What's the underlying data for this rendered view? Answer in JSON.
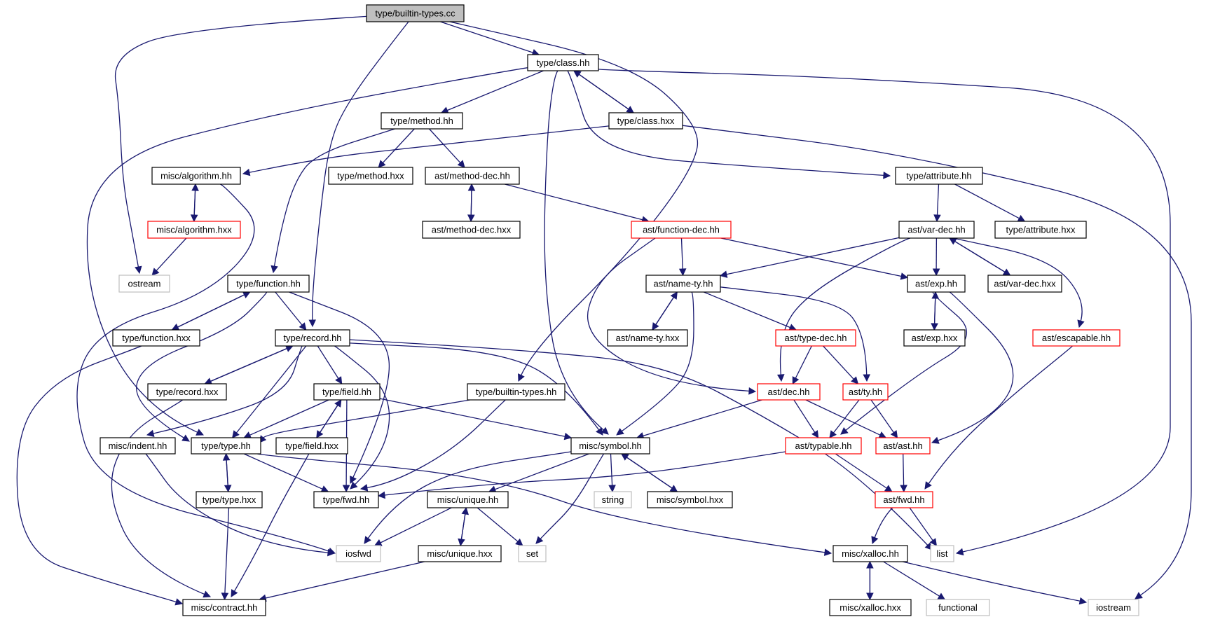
{
  "colors": {
    "edge": "#191970",
    "border_normal": "#000000",
    "border_truncated": "#ff0000",
    "border_system": "#bfbfbf",
    "root_fill": "#bfbfbf",
    "node_fill": "#ffffff",
    "text": "#000000"
  },
  "nodes": [
    {
      "id": "builtin_types_cc",
      "label": "type/builtin-types.cc",
      "kind": "root"
    },
    {
      "id": "class_hh",
      "label": "type/class.hh",
      "kind": "normal"
    },
    {
      "id": "method_hh",
      "label": "type/method.hh",
      "kind": "normal"
    },
    {
      "id": "class_hxx",
      "label": "type/class.hxx",
      "kind": "normal"
    },
    {
      "id": "algorithm_hh",
      "label": "misc/algorithm.hh",
      "kind": "normal"
    },
    {
      "id": "method_hxx",
      "label": "type/method.hxx",
      "kind": "normal"
    },
    {
      "id": "method_dec_hh",
      "label": "ast/method-dec.hh",
      "kind": "normal"
    },
    {
      "id": "attribute_hh",
      "label": "type/attribute.hh",
      "kind": "normal"
    },
    {
      "id": "algorithm_hxx",
      "label": "misc/algorithm.hxx",
      "kind": "truncated"
    },
    {
      "id": "method_dec_hxx",
      "label": "ast/method-dec.hxx",
      "kind": "normal"
    },
    {
      "id": "function_dec_hh",
      "label": "ast/function-dec.hh",
      "kind": "truncated"
    },
    {
      "id": "var_dec_hh",
      "label": "ast/var-dec.hh",
      "kind": "normal"
    },
    {
      "id": "attribute_hxx",
      "label": "type/attribute.hxx",
      "kind": "normal"
    },
    {
      "id": "ostream",
      "label": "ostream",
      "kind": "system"
    },
    {
      "id": "function_hh",
      "label": "type/function.hh",
      "kind": "normal"
    },
    {
      "id": "name_ty_hh",
      "label": "ast/name-ty.hh",
      "kind": "normal"
    },
    {
      "id": "exp_hh",
      "label": "ast/exp.hh",
      "kind": "normal"
    },
    {
      "id": "var_dec_hxx",
      "label": "ast/var-dec.hxx",
      "kind": "normal"
    },
    {
      "id": "function_hxx",
      "label": "type/function.hxx",
      "kind": "normal"
    },
    {
      "id": "record_hh",
      "label": "type/record.hh",
      "kind": "normal"
    },
    {
      "id": "name_ty_hxx",
      "label": "ast/name-ty.hxx",
      "kind": "normal"
    },
    {
      "id": "type_dec_hh",
      "label": "ast/type-dec.hh",
      "kind": "truncated"
    },
    {
      "id": "exp_hxx",
      "label": "ast/exp.hxx",
      "kind": "normal"
    },
    {
      "id": "escapable_hh",
      "label": "ast/escapable.hh",
      "kind": "truncated"
    },
    {
      "id": "record_hxx",
      "label": "type/record.hxx",
      "kind": "normal"
    },
    {
      "id": "field_hh",
      "label": "type/field.hh",
      "kind": "normal"
    },
    {
      "id": "builtin_types_hh",
      "label": "type/builtin-types.hh",
      "kind": "normal"
    },
    {
      "id": "dec_hh",
      "label": "ast/dec.hh",
      "kind": "truncated"
    },
    {
      "id": "ty_hh",
      "label": "ast/ty.hh",
      "kind": "truncated"
    },
    {
      "id": "indent_hh",
      "label": "misc/indent.hh",
      "kind": "normal"
    },
    {
      "id": "type_hh",
      "label": "type/type.hh",
      "kind": "normal"
    },
    {
      "id": "field_hxx",
      "label": "type/field.hxx",
      "kind": "normal"
    },
    {
      "id": "symbol_hh",
      "label": "misc/symbol.hh",
      "kind": "normal"
    },
    {
      "id": "typable_hh",
      "label": "ast/typable.hh",
      "kind": "truncated"
    },
    {
      "id": "ast_hh",
      "label": "ast/ast.hh",
      "kind": "truncated"
    },
    {
      "id": "type_hxx",
      "label": "type/type.hxx",
      "kind": "normal"
    },
    {
      "id": "fwd_hh",
      "label": "type/fwd.hh",
      "kind": "normal"
    },
    {
      "id": "unique_hh",
      "label": "misc/unique.hh",
      "kind": "normal"
    },
    {
      "id": "string",
      "label": "string",
      "kind": "system"
    },
    {
      "id": "symbol_hxx",
      "label": "misc/symbol.hxx",
      "kind": "normal"
    },
    {
      "id": "ast_fwd_hh",
      "label": "ast/fwd.hh",
      "kind": "truncated"
    },
    {
      "id": "iosfwd",
      "label": "iosfwd",
      "kind": "system"
    },
    {
      "id": "unique_hxx",
      "label": "misc/unique.hxx",
      "kind": "normal"
    },
    {
      "id": "set",
      "label": "set",
      "kind": "system"
    },
    {
      "id": "xalloc_hh",
      "label": "misc/xalloc.hh",
      "kind": "normal"
    },
    {
      "id": "list",
      "label": "list",
      "kind": "system"
    },
    {
      "id": "contract_hh",
      "label": "misc/contract.hh",
      "kind": "normal"
    },
    {
      "id": "xalloc_hxx",
      "label": "misc/xalloc.hxx",
      "kind": "normal"
    },
    {
      "id": "functional",
      "label": "functional",
      "kind": "system"
    },
    {
      "id": "iostream",
      "label": "iostream",
      "kind": "system"
    }
  ],
  "edges": [
    [
      "builtin_types_cc",
      "class_hh"
    ],
    [
      "builtin_types_cc",
      "ostream"
    ],
    [
      "builtin_types_cc",
      "record_hh"
    ],
    [
      "builtin_types_cc",
      "builtin_types_hh"
    ],
    [
      "class_hh",
      "method_hh"
    ],
    [
      "class_hh",
      "class_hxx"
    ],
    [
      "class_hh",
      "attribute_hh"
    ],
    [
      "class_hh",
      "type_hh"
    ],
    [
      "class_hh",
      "symbol_hh"
    ],
    [
      "class_hh",
      "list"
    ],
    [
      "class_hxx",
      "class_hh"
    ],
    [
      "class_hxx",
      "algorithm_hh"
    ],
    [
      "class_hxx",
      "iostream"
    ],
    [
      "method_hh",
      "method_hxx"
    ],
    [
      "method_hh",
      "method_dec_hh"
    ],
    [
      "method_hh",
      "function_hh"
    ],
    [
      "algorithm_hh",
      "algorithm_hxx"
    ],
    [
      "algorithm_hh",
      "iosfwd"
    ],
    [
      "algorithm_hxx",
      "algorithm_hh"
    ],
    [
      "algorithm_hxx",
      "ostream"
    ],
    [
      "method_dec_hh",
      "method_dec_hxx"
    ],
    [
      "method_dec_hh",
      "function_dec_hh"
    ],
    [
      "method_dec_hxx",
      "method_dec_hh"
    ],
    [
      "attribute_hh",
      "var_dec_hh"
    ],
    [
      "attribute_hh",
      "attribute_hxx"
    ],
    [
      "function_dec_hh",
      "name_ty_hh"
    ],
    [
      "function_dec_hh",
      "exp_hh"
    ],
    [
      "function_dec_hh",
      "dec_hh"
    ],
    [
      "var_dec_hh",
      "name_ty_hh"
    ],
    [
      "var_dec_hh",
      "exp_hh"
    ],
    [
      "var_dec_hh",
      "var_dec_hxx"
    ],
    [
      "var_dec_hh",
      "escapable_hh"
    ],
    [
      "var_dec_hh",
      "dec_hh"
    ],
    [
      "var_dec_hxx",
      "var_dec_hh"
    ],
    [
      "function_hh",
      "function_hxx"
    ],
    [
      "function_hh",
      "record_hh"
    ],
    [
      "function_hh",
      "type_hh"
    ],
    [
      "function_hh",
      "fwd_hh"
    ],
    [
      "function_hxx",
      "function_hh"
    ],
    [
      "function_hxx",
      "contract_hh"
    ],
    [
      "name_ty_hh",
      "name_ty_hxx"
    ],
    [
      "name_ty_hh",
      "type_dec_hh"
    ],
    [
      "name_ty_hh",
      "ty_hh"
    ],
    [
      "name_ty_hh",
      "symbol_hh"
    ],
    [
      "name_ty_hxx",
      "name_ty_hh"
    ],
    [
      "exp_hh",
      "exp_hxx"
    ],
    [
      "exp_hh",
      "typable_hh"
    ],
    [
      "exp_hh",
      "ast_hh"
    ],
    [
      "exp_hxx",
      "exp_hh"
    ],
    [
      "escapable_hh",
      "ast_fwd_hh"
    ],
    [
      "record_hh",
      "record_hxx"
    ],
    [
      "record_hh",
      "field_hh"
    ],
    [
      "record_hh",
      "indent_hh"
    ],
    [
      "record_hh",
      "type_hh"
    ],
    [
      "record_hh",
      "fwd_hh"
    ],
    [
      "record_hh",
      "symbol_hh"
    ],
    [
      "record_hh",
      "list"
    ],
    [
      "record_hxx",
      "record_hh"
    ],
    [
      "record_hxx",
      "contract_hh"
    ],
    [
      "type_dec_hh",
      "dec_hh"
    ],
    [
      "type_dec_hh",
      "ty_hh"
    ],
    [
      "field_hh",
      "type_hh"
    ],
    [
      "field_hh",
      "field_hxx"
    ],
    [
      "field_hh",
      "fwd_hh"
    ],
    [
      "field_hh",
      "symbol_hh"
    ],
    [
      "field_hxx",
      "field_hh"
    ],
    [
      "field_hxx",
      "contract_hh"
    ],
    [
      "builtin_types_hh",
      "type_hh"
    ],
    [
      "builtin_types_hh",
      "fwd_hh"
    ],
    [
      "dec_hh",
      "symbol_hh"
    ],
    [
      "dec_hh",
      "typable_hh"
    ],
    [
      "dec_hh",
      "ast_hh"
    ],
    [
      "ty_hh",
      "typable_hh"
    ],
    [
      "ty_hh",
      "ast_hh"
    ],
    [
      "indent_hh",
      "iosfwd"
    ],
    [
      "type_hh",
      "type_hxx"
    ],
    [
      "type_hh",
      "fwd_hh"
    ],
    [
      "type_hh",
      "xalloc_hh"
    ],
    [
      "type_hxx",
      "type_hh"
    ],
    [
      "type_hxx",
      "contract_hh"
    ],
    [
      "symbol_hh",
      "unique_hh"
    ],
    [
      "symbol_hh",
      "string"
    ],
    [
      "symbol_hh",
      "symbol_hxx"
    ],
    [
      "symbol_hh",
      "iosfwd"
    ],
    [
      "symbol_hh",
      "set"
    ],
    [
      "symbol_hxx",
      "symbol_hh"
    ],
    [
      "typable_hh",
      "fwd_hh"
    ],
    [
      "typable_hh",
      "ast_fwd_hh"
    ],
    [
      "ast_hh",
      "ast_fwd_hh"
    ],
    [
      "unique_hh",
      "unique_hxx"
    ],
    [
      "unique_hh",
      "iosfwd"
    ],
    [
      "unique_hh",
      "set"
    ],
    [
      "unique_hxx",
      "unique_hh"
    ],
    [
      "unique_hxx",
      "contract_hh"
    ],
    [
      "ast_fwd_hh",
      "xalloc_hh"
    ],
    [
      "ast_fwd_hh",
      "list"
    ],
    [
      "xalloc_hh",
      "xalloc_hxx"
    ],
    [
      "xalloc_hh",
      "functional"
    ],
    [
      "xalloc_hh",
      "iostream"
    ],
    [
      "xalloc_hxx",
      "xalloc_hh"
    ]
  ]
}
